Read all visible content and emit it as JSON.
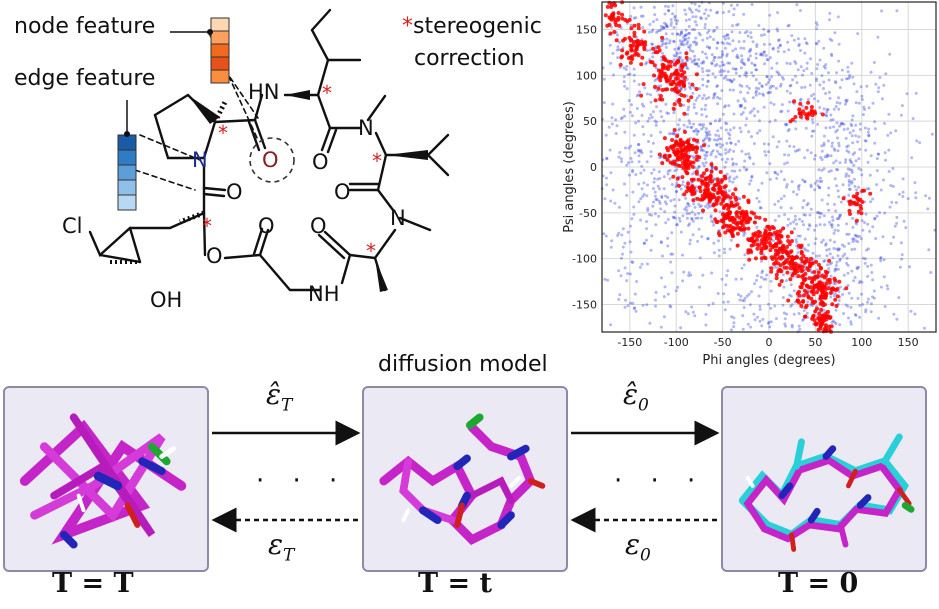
{
  "labels": {
    "node_feature": "node feature",
    "edge_feature": "edge feature",
    "stereo_star": "*",
    "stereo_line1": "stereogenic",
    "stereo_line2": "correction",
    "diffusion_model": "diffusion model"
  },
  "molecule_atoms": {
    "hn": "HN",
    "n_pro": "N",
    "o_carbonyl1": "O",
    "o_highlight": "O",
    "n_me1": "N",
    "o_right": "O",
    "n_me2": "N",
    "o_lower": "O",
    "o_ester": "O",
    "o_ester2": "O",
    "nh": "NH",
    "cl": "Cl",
    "oh": "OH",
    "o_val": "O"
  },
  "process": {
    "forward_top": "ε̂",
    "forward_top_sub_1": "T",
    "forward_top_sub_2": "0",
    "reverse_sub_1": "T",
    "reverse_sub_2": "0",
    "eps_plain": "ε",
    "dots": "· · ·",
    "state_labels": [
      "T = T",
      "T = t",
      "T = 0"
    ]
  },
  "chart_data": {
    "type": "scatter",
    "title": "",
    "xlabel": "Phi angles (degrees)",
    "ylabel": "Psi angles (degrees)",
    "xlim": [
      -180,
      180
    ],
    "ylim": [
      -180,
      180
    ],
    "xticks": [
      -150,
      -100,
      -50,
      0,
      50,
      100,
      150
    ],
    "yticks": [
      -150,
      -100,
      -50,
      0,
      50,
      100,
      150
    ],
    "grid": true,
    "series": [
      {
        "color": "#2233dd",
        "clusters": [
          {
            "cx": -75,
            "cy": 0,
            "sx": 30,
            "sy": 45,
            "n": 350
          },
          {
            "cx": -90,
            "cy": 130,
            "sx": 35,
            "sy": 30,
            "n": 300
          },
          {
            "cx": 60,
            "cy": -100,
            "sx": 35,
            "sy": 45,
            "n": 250
          },
          {
            "cx": 80,
            "cy": 20,
            "sx": 30,
            "sy": 50,
            "n": 200
          },
          {
            "cx": 0,
            "cy": 100,
            "sx": 45,
            "sy": 35,
            "n": 220
          },
          {
            "cx": -150,
            "cy": 0,
            "sx": 25,
            "sy": 100,
            "n": 200
          },
          {
            "cx": 0,
            "cy": -150,
            "sx": 60,
            "sy": 25,
            "n": 150
          },
          {
            "cx": 0,
            "cy": 0,
            "sx": 110,
            "sy": 110,
            "n": 500
          }
        ]
      },
      {
        "color": "#ff0000",
        "clusters": [
          {
            "cx": -95,
            "cy": 15,
            "sx": 10,
            "sy": 12,
            "n": 120
          },
          {
            "cx": -65,
            "cy": -25,
            "sx": 12,
            "sy": 10,
            "n": 120
          },
          {
            "cx": -35,
            "cy": -55,
            "sx": 12,
            "sy": 10,
            "n": 110
          },
          {
            "cx": -5,
            "cy": -80,
            "sx": 12,
            "sy": 10,
            "n": 100
          },
          {
            "cx": 25,
            "cy": -105,
            "sx": 12,
            "sy": 10,
            "n": 100
          },
          {
            "cx": 55,
            "cy": -135,
            "sx": 12,
            "sy": 12,
            "n": 120
          },
          {
            "cx": 58,
            "cy": -170,
            "sx": 6,
            "sy": 8,
            "n": 50
          },
          {
            "cx": -105,
            "cy": 95,
            "sx": 12,
            "sy": 15,
            "n": 100
          },
          {
            "cx": -145,
            "cy": 135,
            "sx": 10,
            "sy": 10,
            "n": 60
          },
          {
            "cx": -165,
            "cy": 165,
            "sx": 6,
            "sy": 10,
            "n": 40
          },
          {
            "cx": 40,
            "cy": 60,
            "sx": 8,
            "sy": 6,
            "n": 25
          },
          {
            "cx": 95,
            "cy": -40,
            "sx": 6,
            "sy": 8,
            "n": 25
          }
        ]
      }
    ]
  }
}
